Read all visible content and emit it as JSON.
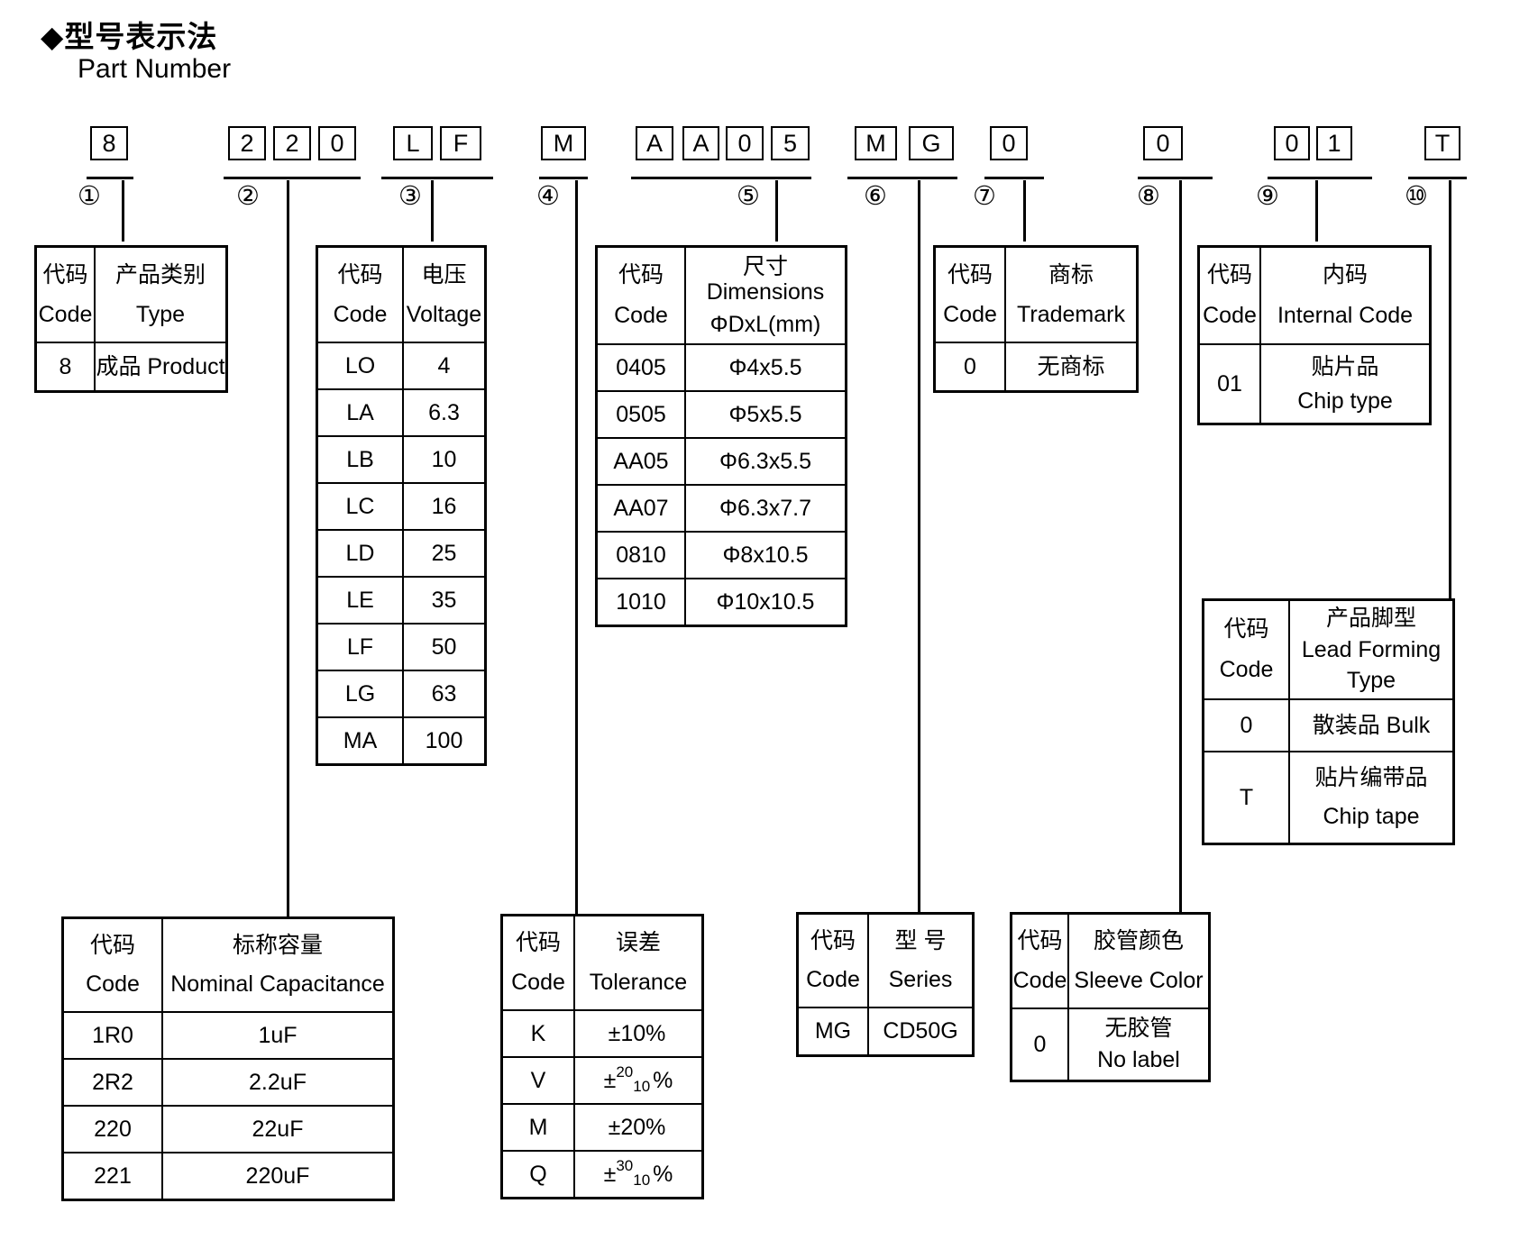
{
  "title": {
    "zh": "◆型号表示法",
    "en": "Part Number"
  },
  "code_boxes": {
    "groups": [
      {
        "num": "①",
        "chars": [
          "8"
        ]
      },
      {
        "num": "②",
        "chars": [
          "2",
          "2",
          "0"
        ]
      },
      {
        "num": "③",
        "chars": [
          "L",
          "F"
        ]
      },
      {
        "num": "④",
        "chars": [
          "M"
        ]
      },
      {
        "num": "⑤",
        "chars": [
          "A",
          "A",
          "0",
          "5"
        ]
      },
      {
        "num": "⑥",
        "chars": [
          "M",
          "G"
        ]
      },
      {
        "num": "⑦",
        "chars": [
          "0"
        ]
      },
      {
        "num": "⑧",
        "chars": [
          "0"
        ]
      },
      {
        "num": "⑨",
        "chars": [
          "0",
          "1"
        ]
      },
      {
        "num": "⑩",
        "chars": [
          "T"
        ]
      }
    ]
  },
  "tables": {
    "product": {
      "h1zh": "代码",
      "h1en": "Code",
      "h2zh": "产品类别",
      "h2en": "Type",
      "rows": [
        {
          "code": "8",
          "val": "成品 Product"
        }
      ]
    },
    "voltage": {
      "h1zh": "代码",
      "h1en": "Code",
      "h2zh": "电压",
      "h2en": "Voltage",
      "rows": [
        {
          "code": "LO",
          "val": "4"
        },
        {
          "code": "LA",
          "val": "6.3"
        },
        {
          "code": "LB",
          "val": "10"
        },
        {
          "code": "LC",
          "val": "16"
        },
        {
          "code": "LD",
          "val": "25"
        },
        {
          "code": "LE",
          "val": "35"
        },
        {
          "code": "LF",
          "val": "50"
        },
        {
          "code": "LG",
          "val": "63"
        },
        {
          "code": "MA",
          "val": "100"
        }
      ]
    },
    "dimensions": {
      "h1zh": "代码",
      "h1en": "Code",
      "h2l1": "尺寸 Dimensions",
      "h2l2": "ΦDxL(mm)",
      "rows": [
        {
          "code": "0405",
          "val": "Φ4x5.5"
        },
        {
          "code": "0505",
          "val": "Φ5x5.5"
        },
        {
          "code": "AA05",
          "val": "Φ6.3x5.5"
        },
        {
          "code": "AA07",
          "val": "Φ6.3x7.7"
        },
        {
          "code": "0810",
          "val": "Φ8x10.5"
        },
        {
          "code": "1010",
          "val": "Φ10x10.5"
        }
      ]
    },
    "trademark": {
      "h1zh": "代码",
      "h1en": "Code",
      "h2zh": "商标",
      "h2en": "Trademark",
      "rows": [
        {
          "code": "0",
          "val": "无商标"
        }
      ]
    },
    "internal": {
      "h1zh": "代码",
      "h1en": "Code",
      "h2zh": "内码",
      "h2en": "Internal Code",
      "rows": [
        {
          "code": "01",
          "val1": "贴片品",
          "val2": "Chip type"
        }
      ]
    },
    "lead": {
      "h1zh": "代码",
      "h1en": "Code",
      "h2l1": "产品脚型",
      "h2l2": "Lead Forming",
      "h2l3": "Type",
      "row1": {
        "code": "0",
        "val": "散装品 Bulk"
      },
      "row2": {
        "code": "T",
        "val1": "贴片编带品",
        "val2": "Chip tape"
      }
    },
    "capacitance": {
      "h1zh": "代码",
      "h1en": "Code",
      "h2zh": "标称容量",
      "h2en": "Nominal Capacitance",
      "rows": [
        {
          "code": "1R0",
          "val": "1uF"
        },
        {
          "code": "2R2",
          "val": "2.2uF"
        },
        {
          "code": "220",
          "val": "22uF"
        },
        {
          "code": "221",
          "val": "220uF"
        }
      ]
    },
    "tolerance": {
      "h1zh": "代码",
      "h1en": "Code",
      "h2zh": "误差",
      "h2en": "Tolerance",
      "rows": [
        {
          "code": "K",
          "pm": "±10%"
        },
        {
          "code": "V",
          "pm": "±",
          "sup": "20",
          "sub": "10",
          "pct": "%"
        },
        {
          "code": "M",
          "pm": "±20%"
        },
        {
          "code": "Q",
          "pm": "±",
          "sup": "30",
          "sub": "10",
          "pct": "%"
        }
      ]
    },
    "series": {
      "h1zh": "代码",
      "h1en": "Code",
      "h2zh": "型 号",
      "h2en": "Series",
      "rows": [
        {
          "code": "MG",
          "val": "CD50G"
        }
      ]
    },
    "sleeve": {
      "h1zh": "代码",
      "h1en": "Code",
      "h2zh": "胶管颜色",
      "h2en": "Sleeve Color",
      "rows": [
        {
          "code": "0",
          "val1": "无胶管",
          "val2": "No label"
        }
      ]
    }
  }
}
